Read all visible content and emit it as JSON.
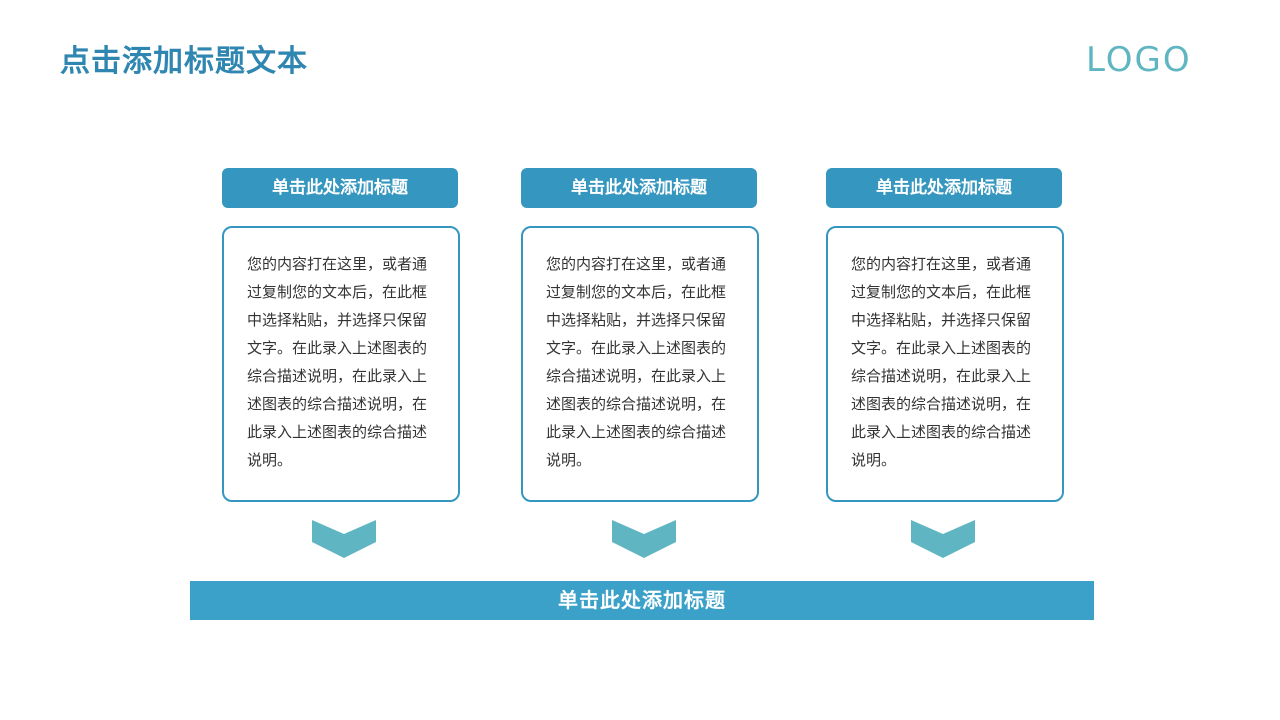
{
  "header": {
    "title": "点击添加标题文本",
    "logo": "LOGO"
  },
  "columns": [
    {
      "heading": "单击此处添加标题",
      "body": "您的内容打在这里，或者通过复制您的文本后，在此框中选择粘贴，并选择只保留文字。在此录入上述图表的综合描述说明，在此录入上述图表的综合描述说明，在此录入上述图表的综合描述说明。"
    },
    {
      "heading": "单击此处添加标题",
      "body": "您的内容打在这里，或者通过复制您的文本后，在此框中选择粘贴，并选择只保留文字。在此录入上述图表的综合描述说明，在此录入上述图表的综合描述说明，在此录入上述图表的综合描述说明。"
    },
    {
      "heading": "单击此处添加标题",
      "body": "您的内容打在这里，或者通过复制您的文本后，在此框中选择粘贴，并选择只保留文字。在此录入上述图表的综合描述说明，在此录入上述图表的综合描述说明，在此录入上述图表的综合描述说明。"
    }
  ],
  "footer": {
    "label": "单击此处添加标题"
  },
  "colors": {
    "primary": "#3597c0",
    "title": "#2f86b1",
    "chevron": "#5fb6c2",
    "bar": "#3ca1c8"
  },
  "icons": {
    "chevron": "chevron-down-icon"
  }
}
